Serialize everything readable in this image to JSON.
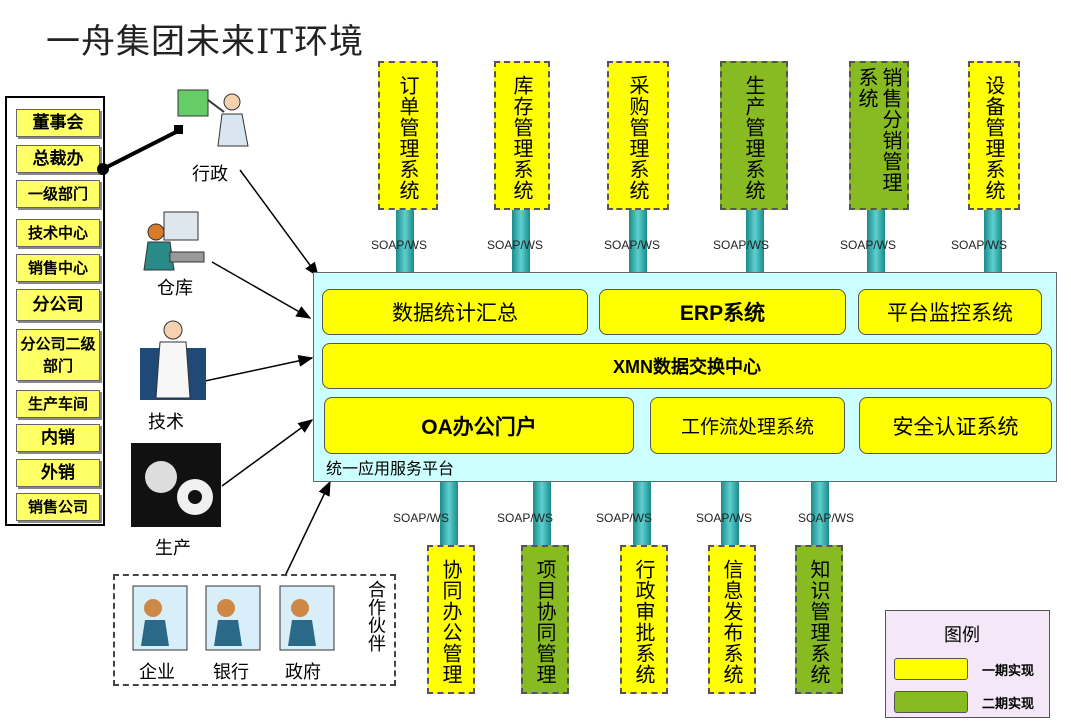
{
  "title": "一舟集团未来IT环境",
  "org_units": [
    "董事会",
    "总裁办",
    "一级部门",
    "技术中心",
    "销售中心",
    "分公司",
    "分公司二级部门",
    "生产车间",
    "内销",
    "外销",
    "销售公司"
  ],
  "roles": {
    "admin": "行政",
    "warehouse": "仓库",
    "tech": "技术",
    "production": "生产"
  },
  "top_systems": [
    {
      "label": "订单管理系统",
      "phase": 1
    },
    {
      "label": "库存管理系统",
      "phase": 1
    },
    {
      "label": "采购管理系统",
      "phase": 1
    },
    {
      "label": "生产管理系统",
      "phase": 2
    },
    {
      "label": "销售分销管理系统",
      "phase": 2
    },
    {
      "label": "设备管理系统",
      "phase": 1
    }
  ],
  "bottom_systems": [
    {
      "label": "协同办公管理",
      "phase": 1
    },
    {
      "label": "项目协同管理",
      "phase": 2
    },
    {
      "label": "行政审批系统",
      "phase": 1
    },
    {
      "label": "信息发布系统",
      "phase": 1
    },
    {
      "label": "知识管理系统",
      "phase": 2
    }
  ],
  "soap_label": "SOAP/WS",
  "platform": {
    "name": "统一应用服务平台",
    "modules": {
      "stats": "数据统计汇总",
      "erp": "ERP系统",
      "monitor": "平台监控系统",
      "exchange": "XMN数据交换中心",
      "oa": "OA办公门户",
      "workflow": "工作流处理系统",
      "security": "安全认证系统"
    }
  },
  "partners": {
    "title": "合作伙伴",
    "items": [
      "企业",
      "银行",
      "政府"
    ]
  },
  "legend": {
    "title": "图例",
    "phase1": "一期实现",
    "phase2": "二期实现"
  },
  "colors": {
    "phase1": "#ffff00",
    "phase2": "#88bb22",
    "platform": "#ccffff",
    "pipe": "#2aa8a8",
    "legend_bg": "#f4e8f8"
  }
}
